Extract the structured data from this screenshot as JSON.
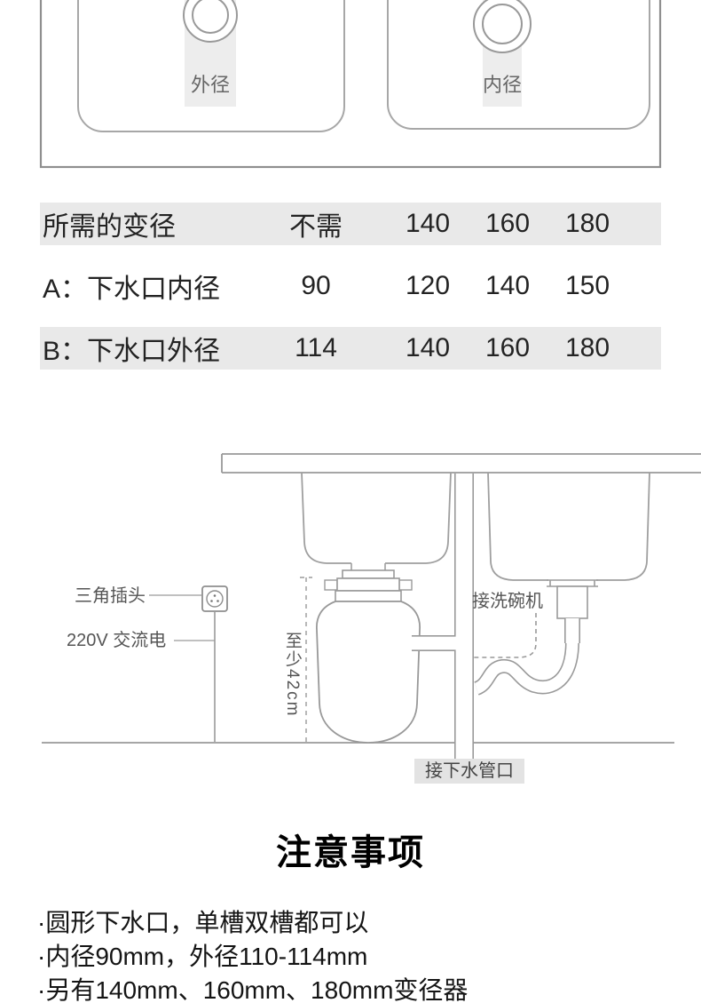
{
  "top_view": {
    "outer_diameter_label": "外径",
    "inner_diameter_label": "内径"
  },
  "spec_table": {
    "rows": [
      {
        "name": "所需的变径",
        "values": [
          "不需",
          "140",
          "160",
          "180"
        ]
      },
      {
        "name": "A：下水口内径",
        "values": [
          "90",
          "120",
          "140",
          "150"
        ]
      },
      {
        "name": "B：下水口外径",
        "values": [
          "114",
          "140",
          "160",
          "180"
        ]
      }
    ]
  },
  "install_diagram": {
    "plug_label": "三角插头",
    "power_label": "220V 交流电",
    "min_height_label": "至少42cm",
    "dishwasher_label": "接洗碗机",
    "drain_outlet_label": "接下水管口"
  },
  "notes": {
    "title": "注意事项",
    "items": [
      "·圆形下水口，单槽双槽都可以",
      "·内径90mm，外径110-114mm",
      "·另有140mm、160mm、180mm变径器"
    ]
  },
  "colors": {
    "table_row_gray": "#e9e9e9",
    "diagram_line_gray": "#9a9a9a",
    "band_gray": "#ededed",
    "drain_box_gray": "#e3e3e3"
  }
}
